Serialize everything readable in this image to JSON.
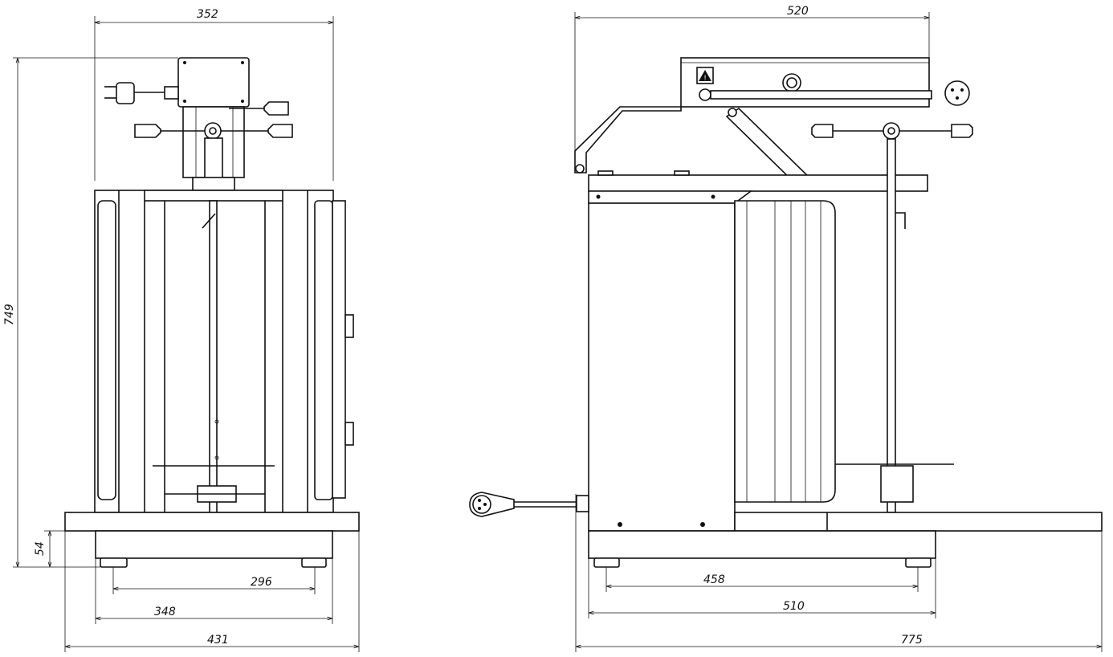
{
  "drawing": {
    "front_view": {
      "dimensions": {
        "top_width": "352",
        "total_height": "749",
        "base_height": "54",
        "feet_spacing": "296",
        "base_width": "348",
        "overall_width": "431"
      }
    },
    "side_view": {
      "dimensions": {
        "top_width": "520",
        "feet_spacing": "458",
        "base_width": "510",
        "overall_width": "775"
      },
      "warning_symbol": "!"
    }
  }
}
